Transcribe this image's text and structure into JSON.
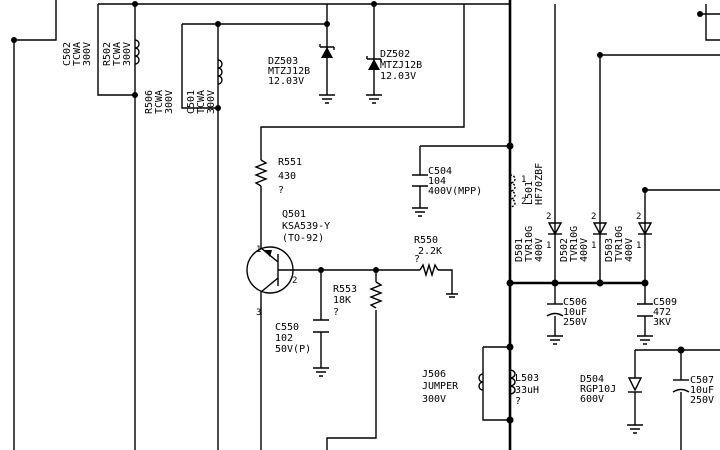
{
  "components": {
    "c502": {
      "ref": "C502",
      "type": "TCWA",
      "voltage": "300V"
    },
    "r502": {
      "ref": "R502",
      "type": "TCWA",
      "voltage": "300V"
    },
    "r506": {
      "ref": "R506",
      "type": "TCWA",
      "voltage": "300V"
    },
    "c501": {
      "ref": "C501",
      "type": "TCWA",
      "voltage": "300V"
    },
    "dz503": {
      "ref": "DZ503",
      "type": "MTZJ12B",
      "value": "12.03V"
    },
    "dz502": {
      "ref": "DZ502",
      "type": "MTZJ12B",
      "value": "12.03V"
    },
    "r551": {
      "ref": "R551",
      "value": "430",
      "note": "?"
    },
    "q501": {
      "ref": "Q501",
      "type": "KSA539-Y",
      "package": "(TO-92)",
      "pin1": "1",
      "pin2": "2",
      "pin3": "3"
    },
    "c504": {
      "ref": "C504",
      "value": "104",
      "rating": "400V(MPP)"
    },
    "l501": {
      "ref": "L501",
      "type": "HF70ZBF",
      "pin1": "1",
      "pin2": "2"
    },
    "r550": {
      "ref": "R550",
      "value": "2.2K",
      "note": "?"
    },
    "r553": {
      "ref": "R553",
      "value": "18K",
      "note": "?"
    },
    "c550": {
      "ref": "C550",
      "value": "102",
      "rating": "50V(P)"
    },
    "d501": {
      "ref": "D501",
      "type": "TVR10G",
      "voltage": "400V",
      "pin1": "1",
      "pin2": "2"
    },
    "d502": {
      "ref": "D502",
      "type": "TVR10G",
      "voltage": "400V",
      "pin1": "1",
      "pin2": "2"
    },
    "d503": {
      "ref": "D503",
      "type": "TVR10G",
      "voltage": "400V",
      "pin1": "1",
      "pin2": "2"
    },
    "c506": {
      "ref": "C506",
      "value": "10uF",
      "voltage": "250V"
    },
    "c509": {
      "ref": "C509",
      "value": "472",
      "voltage": "3KV"
    },
    "j506": {
      "ref": "J506",
      "type": "JUMPER",
      "voltage": "300V"
    },
    "l503": {
      "ref": "L503",
      "value": "33uH",
      "note": "?"
    },
    "d504": {
      "ref": "D504",
      "type": "RGP10J",
      "voltage": "600V"
    },
    "c507": {
      "ref": "C507",
      "value": "10uF",
      "voltage": "250V"
    }
  }
}
